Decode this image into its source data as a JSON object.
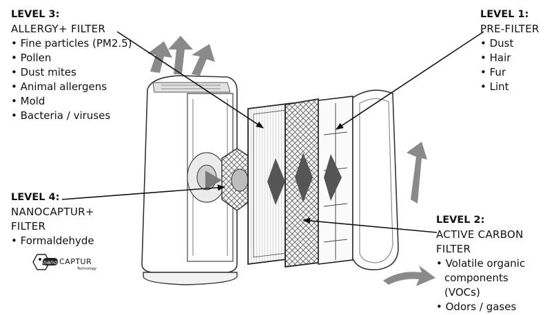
{
  "level3": {
    "heading": "LEVEL 3:",
    "name": "ALLERGY+ FILTER",
    "items": [
      "Fine particles (PM2.5)",
      "Pollen",
      "Dust mites",
      "Animal allergens",
      "Mold",
      "Bacteria / viruses"
    ]
  },
  "level1": {
    "heading": "LEVEL 1:",
    "name": "PRE-FILTER",
    "items": [
      "Dust",
      "Hair",
      "Fur",
      "Lint"
    ]
  },
  "level4": {
    "heading": "LEVEL 4:",
    "name_line1": "NANOCAPTUR+",
    "name_line2": "FILTER",
    "items": [
      "Formaldehyde"
    ]
  },
  "level2": {
    "heading": "LEVEL 2:",
    "name_line1": "ACTIVE CARBON",
    "name_line2": "FILTER",
    "items": [
      "Volatile organic components (VOCs)",
      "Odors / gases"
    ]
  },
  "logo": {
    "prefix": "nano",
    "word": "CAPTUR",
    "tagline": "Technology"
  }
}
